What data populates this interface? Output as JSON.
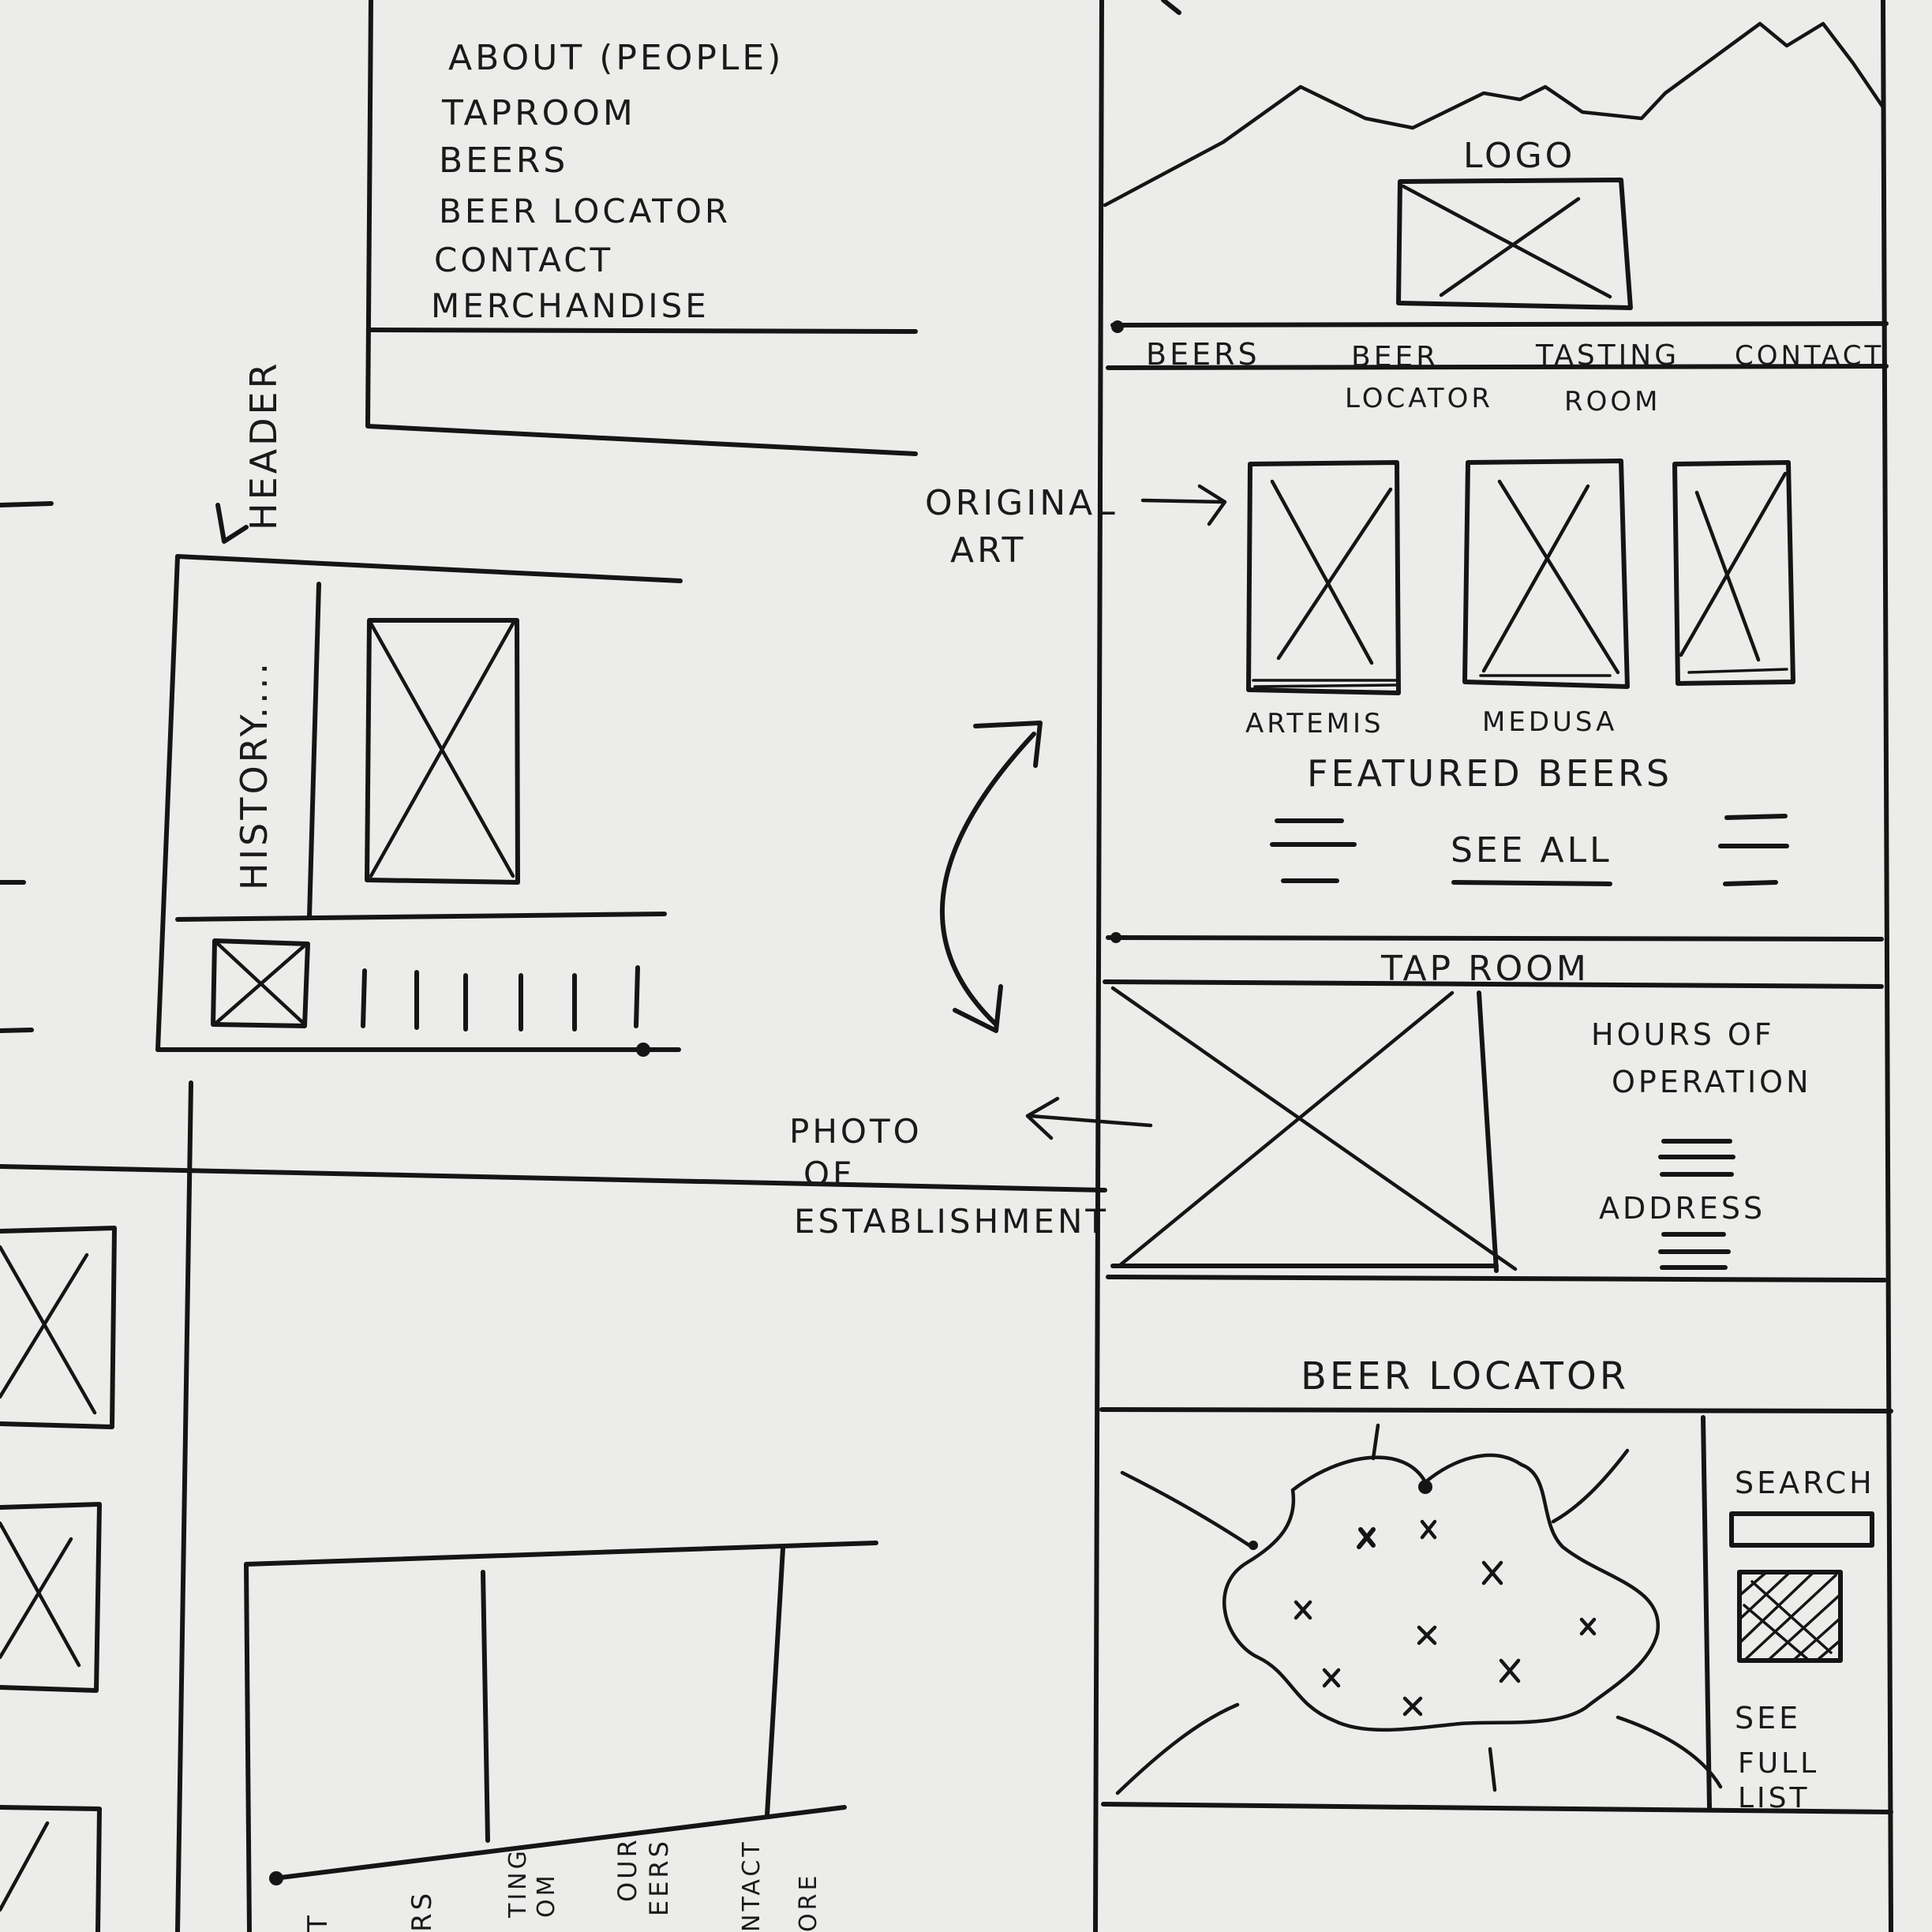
{
  "menu": {
    "items": [
      "About (people)",
      "Taproom",
      "Beers",
      "Beer Locator",
      "Contact",
      "Merchandise"
    ]
  },
  "left_wireframe": {
    "header_label": "Header",
    "history_label": "History...."
  },
  "right_wireframe": {
    "logo_label": "Logo",
    "nav": [
      "Beers",
      "Beer",
      "Locator",
      "Tasting",
      "Room",
      "Contact"
    ],
    "beer_names": [
      "Artemis",
      "Medusa"
    ],
    "featured_title": "Featured Beers",
    "see_all": "See All",
    "taproom_title": "Tap Room",
    "hours_line1": "Hours of",
    "hours_line2": "Operation",
    "address": "Address",
    "locator_title": "Beer Locator",
    "search": "Search",
    "see_full_list": [
      "See",
      "Full",
      "List"
    ]
  },
  "annotations": {
    "original_art": [
      "Original",
      "Art"
    ],
    "photo_of_establishment": [
      "Photo",
      "of",
      "Establishment"
    ]
  },
  "bottom_nav_fragments": [
    "t",
    "rs",
    "ting",
    "om",
    "our",
    "eers",
    "ntact",
    "ore"
  ]
}
